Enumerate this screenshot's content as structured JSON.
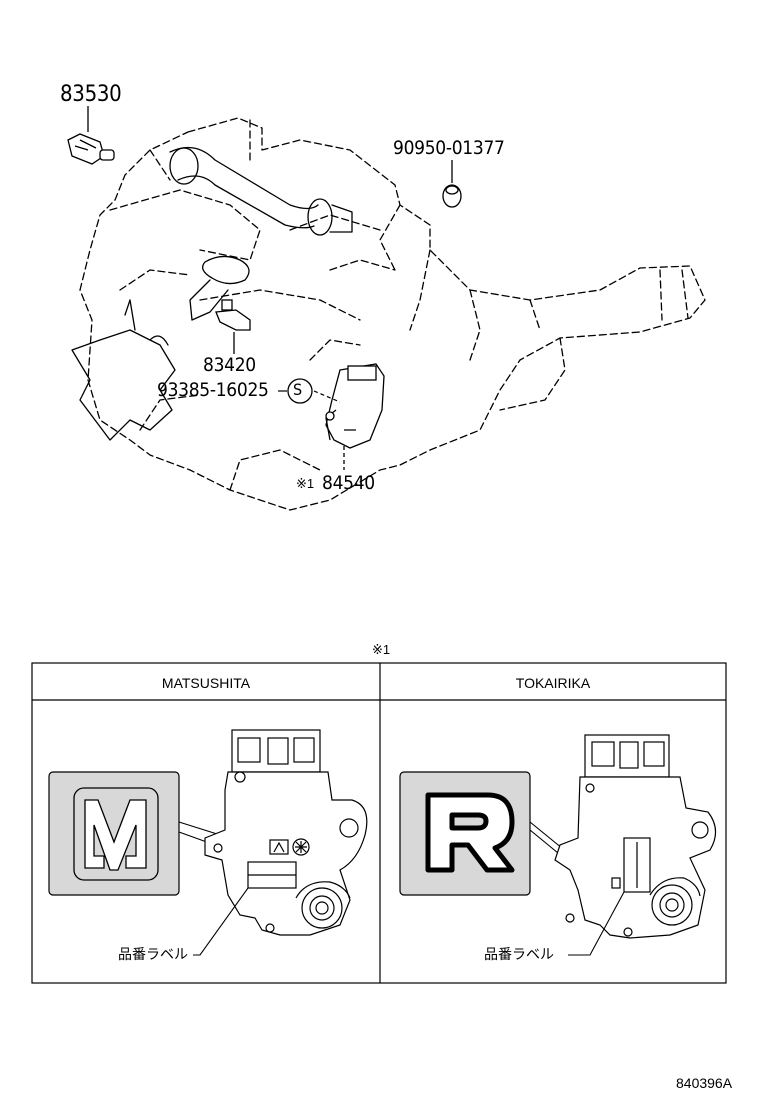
{
  "diagram_id": "840396A",
  "parts": {
    "p83530": "83530",
    "p90950": "90950-01377",
    "p83420": "83420",
    "p93385": "93385-16025",
    "s_marker": "S",
    "ref_mark": "※1",
    "p84540": "84540"
  },
  "table": {
    "ref_mark": "※1",
    "col_left": "MATSUSHITA",
    "col_right": "TOKAIRIKA",
    "label_left": "品番ラベル",
    "label_right": "品番ラベル"
  }
}
